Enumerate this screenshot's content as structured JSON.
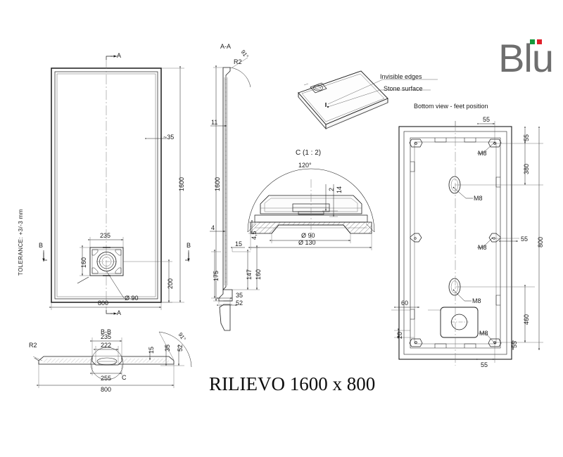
{
  "document": {
    "title": "RILIEVO 1600 x 800",
    "tolerance_note": "TOLERANCE: +3/-3 mm",
    "brand": "Blu",
    "brand_dot_green": "#159a3c",
    "brand_dot_red": "#e0202b",
    "line_color": "#1a1a1a"
  },
  "callouts": {
    "invisible_edges": "Invisible edges",
    "stone_surface": "Stone surface",
    "bottom_view": "Bottom view - feet position"
  },
  "views": {
    "top": {
      "section_mark_top": "A",
      "section_mark_bottom": "A",
      "section_mark_left": "B",
      "section_mark_right": "B",
      "dims": {
        "length": "1600",
        "width": "800",
        "rim": "~35",
        "drain_x": "235",
        "drain_y": "160",
        "drain_offset": "200",
        "drain_dia": "Ø 90"
      }
    },
    "section_aa": {
      "label": "A-A",
      "dims": {
        "radius": "R2",
        "angle": "91°",
        "top_thk": "11",
        "height": "1600",
        "bottom_thk": "4",
        "lip": "15",
        "foot_h": "175",
        "inner_h": "147",
        "outer_h": "160",
        "base_a": "35",
        "base_b": "52"
      }
    },
    "detail_c": {
      "label": "C  (1 : 2)",
      "dims": {
        "angle": "120°",
        "rib": "2",
        "depth": "14",
        "flange": "4,5",
        "bore": "Ø 90",
        "outer": "Ø 130"
      }
    },
    "section_bb": {
      "label": "B-B",
      "detail_mark": "C",
      "dims": {
        "radius": "R2",
        "angle": "91°",
        "width": "800",
        "drain_outer": "235",
        "drain_mid": "222",
        "drain_inner": "255",
        "lip": "15",
        "h1": "35",
        "h2": "52"
      }
    },
    "bottom": {
      "dims": {
        "edge_top": "55",
        "edge_top_right": "55",
        "span_380": "380",
        "span_800": "800",
        "span_460": "460",
        "edge_mid_right": "55",
        "edge_bottom_right": "55",
        "edge_bottom": "55",
        "offset_60": "60",
        "offset_20": "20"
      },
      "feet_labels": [
        "M8",
        "M8",
        "M8",
        "M8",
        "M8"
      ]
    }
  }
}
